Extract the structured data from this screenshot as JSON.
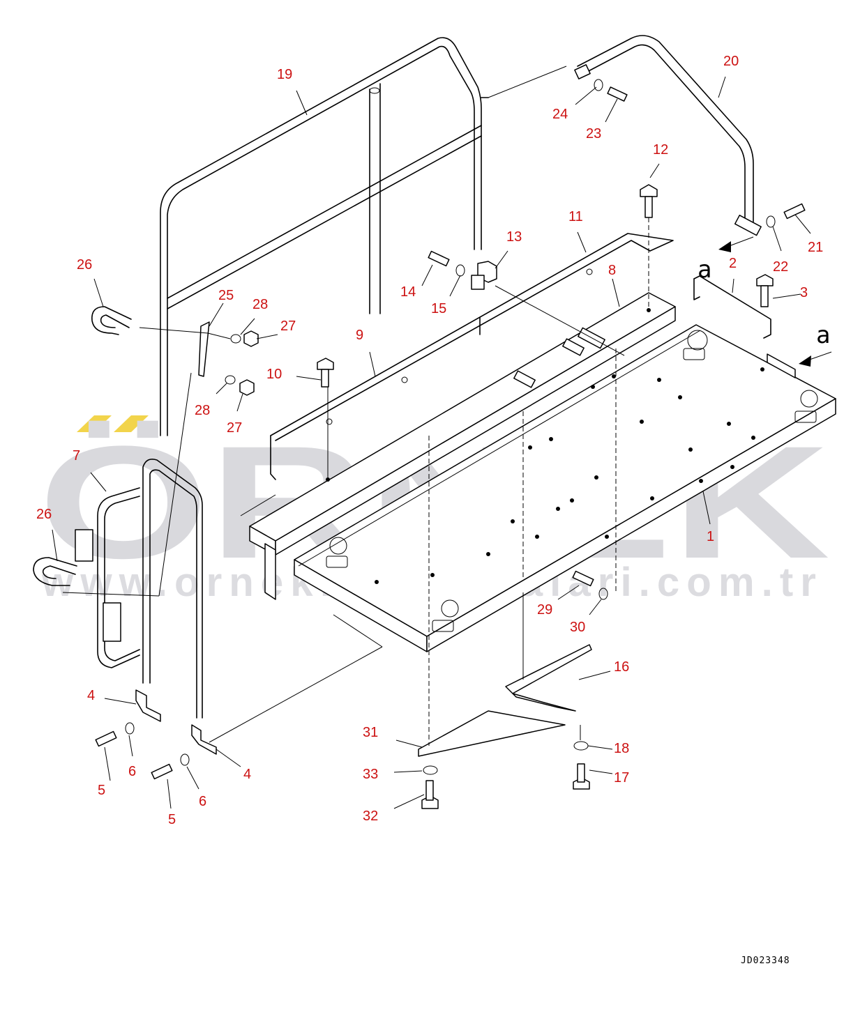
{
  "watermark": {
    "brand": "ÖRNEK",
    "url": "www.ornekismakinalari.com.tr",
    "accent_color": "#f2d44b",
    "text_color": "#d9d9dd"
  },
  "view_markers": [
    "a",
    "a"
  ],
  "drawing_code": "JD023348",
  "callout_color": "#cc1111",
  "callouts": [
    "19",
    "20",
    "24",
    "23",
    "12",
    "11",
    "13",
    "8",
    "14",
    "15",
    "2",
    "3",
    "21",
    "22",
    "26",
    "25",
    "28",
    "27",
    "9",
    "10",
    "28",
    "27",
    "7",
    "26",
    "1",
    "29",
    "30",
    "16",
    "4",
    "6",
    "5",
    "5",
    "6",
    "4",
    "31",
    "33",
    "32",
    "18",
    "17"
  ]
}
